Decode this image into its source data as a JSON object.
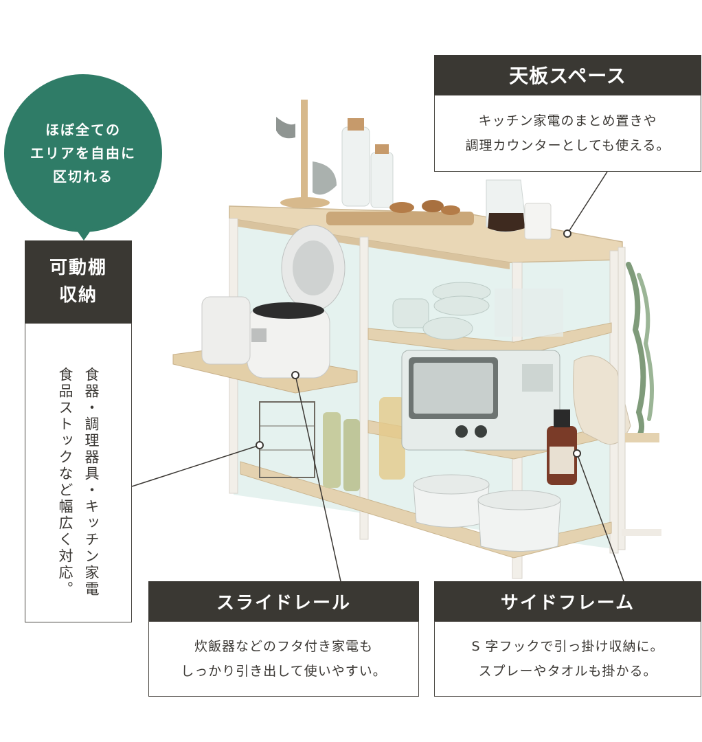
{
  "bubble": {
    "lines": [
      "ほぼ全ての",
      "エリアを自由に",
      "区切れる"
    ],
    "color": "#2f7c67"
  },
  "top_callout": {
    "title": "天板スペース",
    "lines": [
      "キッチン家電のまとめ置きや",
      "調理カウンターとしても使える。"
    ]
  },
  "left_callout": {
    "title_lines": [
      "可動棚",
      "収納"
    ],
    "text": "食器・調理器具・キッチン家電\n食品ストックなど幅広く対応。"
  },
  "slide_callout": {
    "title": "スライドレール",
    "lines": [
      "炊飯器などのフタ付き家電も",
      "しっかり引き出して使いやすい。"
    ]
  },
  "side_callout": {
    "title": "サイドフレーム",
    "lines": [
      "S 字フックで引っ掛け収納に。",
      "スプレーやタオルも掛かる。"
    ]
  },
  "colors": {
    "header_bg": "#3a3833",
    "wood": "#e7d4b3",
    "frame": "#f4f1ec",
    "glass": "#bfe0d8"
  }
}
